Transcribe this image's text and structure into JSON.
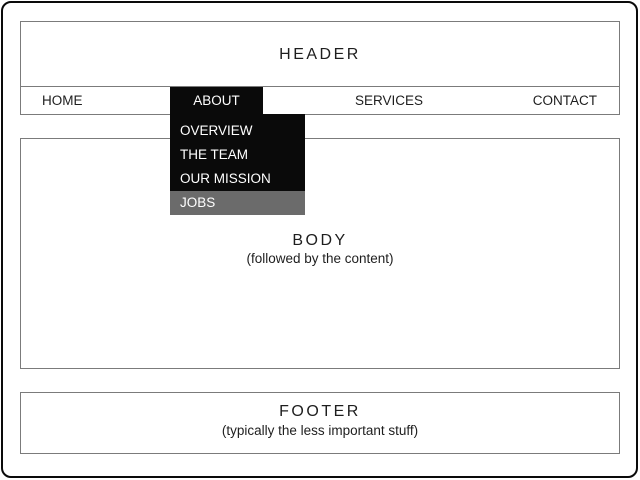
{
  "header": {
    "label": "HEADER"
  },
  "nav": {
    "items": [
      {
        "label": "HOME",
        "active": false
      },
      {
        "label": "ABOUT",
        "active": true
      },
      {
        "label": "SERVICES",
        "active": false
      },
      {
        "label": "CONTACT",
        "active": false
      }
    ]
  },
  "dropdown": {
    "parent": "ABOUT",
    "items": [
      {
        "label": "OVERVIEW",
        "highlighted": false
      },
      {
        "label": "THE TEAM",
        "highlighted": false
      },
      {
        "label": "OUR MISSION",
        "highlighted": false
      },
      {
        "label": "JOBS",
        "highlighted": true
      }
    ]
  },
  "body": {
    "label": "BODY",
    "subtitle": "(followed by the content)"
  },
  "footer": {
    "label": "FOOTER",
    "subtitle": "(typically the less important stuff)"
  },
  "colors": {
    "menu_bg": "#0a0a0a",
    "menu_highlight": "#6b6b6b",
    "box_border": "#7b7b7b",
    "text": "#1e1e1e",
    "frame": "#0a0a0a",
    "background": "#ffffff"
  }
}
